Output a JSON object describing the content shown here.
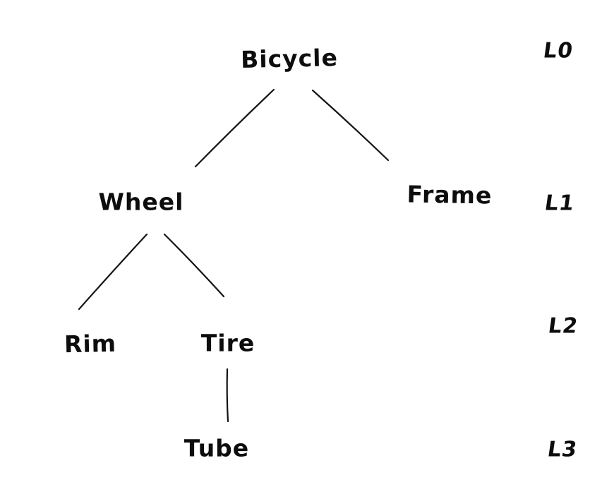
{
  "diagram": {
    "type": "tree",
    "style": "hand-drawn",
    "background_color": "#ffffff",
    "ink_color": "#141414",
    "nodes": [
      {
        "id": "bicycle",
        "label": "Bicycle",
        "level": 0
      },
      {
        "id": "wheel",
        "label": "Wheel",
        "level": 1
      },
      {
        "id": "frame",
        "label": "Frame",
        "level": 1
      },
      {
        "id": "rim",
        "label": "Rim",
        "level": 2
      },
      {
        "id": "tire",
        "label": "Tire",
        "level": 2
      },
      {
        "id": "tube",
        "label": "Tube",
        "level": 3
      }
    ],
    "edges": [
      {
        "from": "Bicycle",
        "to": "Wheel"
      },
      {
        "from": "Bicycle",
        "to": "Frame"
      },
      {
        "from": "Wheel",
        "to": "Rim"
      },
      {
        "from": "Wheel",
        "to": "Tire"
      },
      {
        "from": "Tire",
        "to": "Tube"
      }
    ],
    "level_labels": [
      {
        "id": "l0",
        "label": "L0"
      },
      {
        "id": "l1",
        "label": "L1"
      },
      {
        "id": "l2",
        "label": "L2"
      },
      {
        "id": "l3",
        "label": "L3"
      }
    ]
  }
}
